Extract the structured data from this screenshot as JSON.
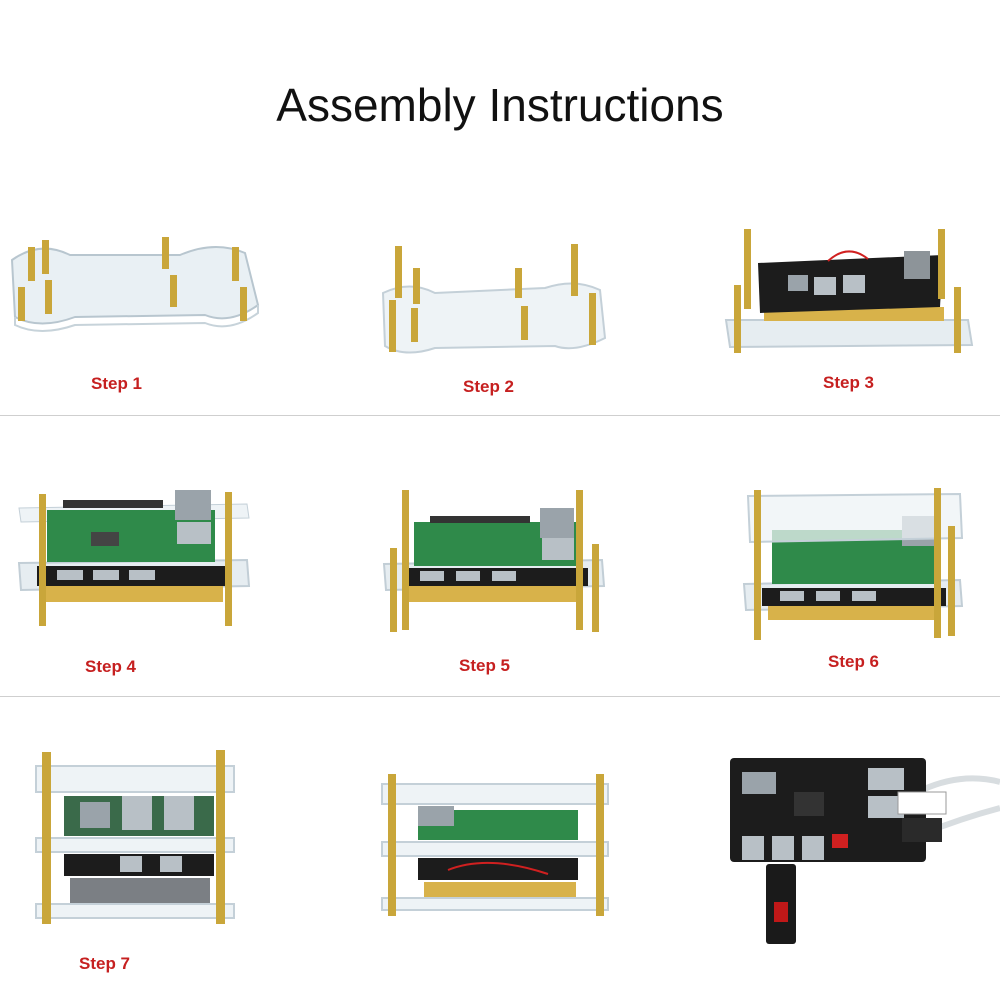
{
  "title": "Assembly Instructions",
  "steps": [
    {
      "label": "Step 1"
    },
    {
      "label": "Step 2"
    },
    {
      "label": "Step 3"
    },
    {
      "label": "Step 4"
    },
    {
      "label": "Step 5"
    },
    {
      "label": "Step 6"
    },
    {
      "label": "Step 7"
    }
  ],
  "colors": {
    "label_red": "#c62020",
    "brass": "#c9a63a",
    "acrylic": "#dfe8ee",
    "pcb_black": "#1c1c1c",
    "pcb_green": "#2f8a4a",
    "battery": "#d8b24a"
  }
}
